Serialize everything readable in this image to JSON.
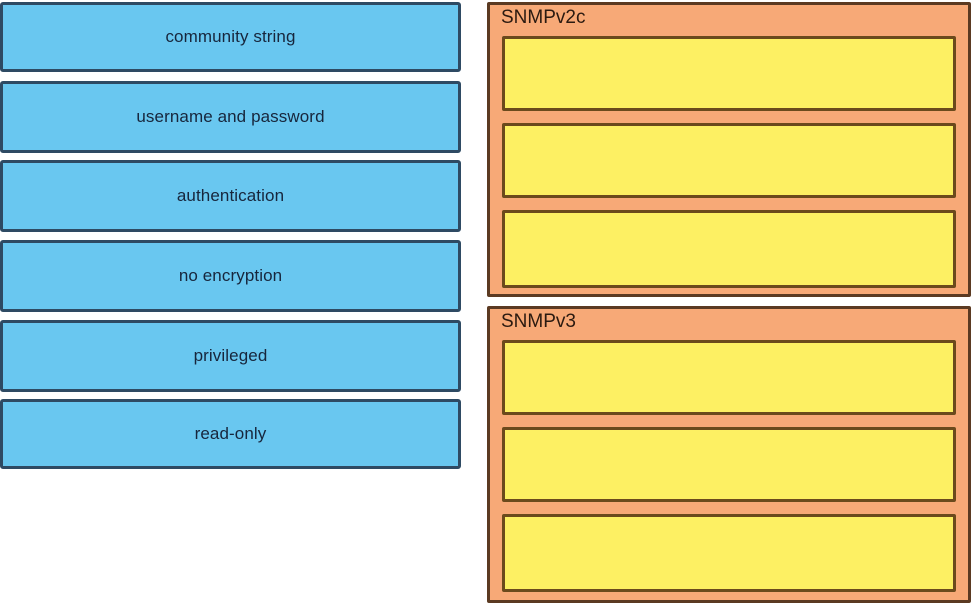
{
  "exercise": {
    "type": "drag-and-drop-matching",
    "drag_items": [
      {
        "label": "community string"
      },
      {
        "label": "username and password"
      },
      {
        "label": "authentication"
      },
      {
        "label": "no encryption"
      },
      {
        "label": "privileged"
      },
      {
        "label": "read-only"
      }
    ],
    "targets": [
      {
        "title": "SNMPv2c",
        "slots": [
          {
            "value": ""
          },
          {
            "value": ""
          },
          {
            "value": ""
          }
        ]
      },
      {
        "title": "SNMPv3",
        "slots": [
          {
            "value": ""
          },
          {
            "value": ""
          },
          {
            "value": ""
          }
        ]
      }
    ]
  },
  "colors": {
    "drag_fill": "#69c7f0",
    "drag_border": "#2e4a63",
    "drag_text": "#17263c",
    "panel_fill": "#f7a977",
    "panel_border": "#5b3a22",
    "panel_title_text": "#2b1a10",
    "slot_fill": "#fdf063",
    "slot_border": "#6b4a1c",
    "background": "#ffffff"
  }
}
